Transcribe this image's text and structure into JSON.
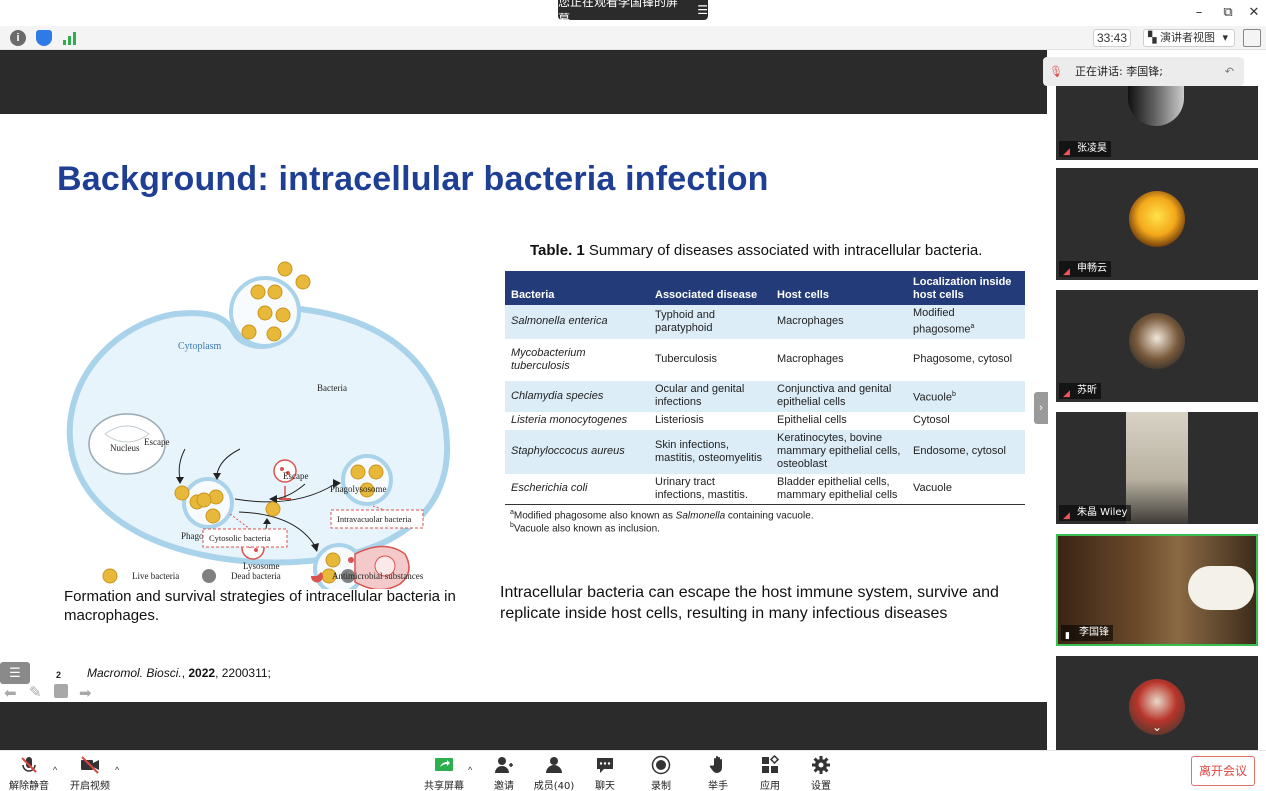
{
  "window": {
    "share_banner": "您正在观看李国锋的屏幕",
    "timer": "33:43",
    "view_mode": "演讲者视图"
  },
  "slide": {
    "title": "Background: intracellular bacteria infection",
    "diagram": {
      "labels": {
        "bacteria": "Bacteria",
        "cytoplasm": "Cytoplasm",
        "nucleus": "Nucleus",
        "phagosome": "Phagosome",
        "lysosome": "Lysosome",
        "escape_left": "Escape",
        "escape_right": "Escape",
        "phagolysosome": "Phagolysosome",
        "intravacuolar": "Intravacuolar bacteria",
        "cytosolic": "Cytosolic bacteria"
      },
      "legend": {
        "live": "Live bacteria",
        "dead": "Dead bacteria",
        "antimicrobial": "Antimicrobial substances"
      }
    },
    "table": {
      "caption_bold": "Table. 1",
      "caption_rest": " Summary of diseases associated with intracellular bacteria.",
      "headers": [
        "Bacteria",
        "Associated disease",
        "Host cells",
        "Localization inside host cells"
      ],
      "rows": [
        {
          "bacteria": "Salmonella enterica",
          "disease": "Typhoid and paratyphoid",
          "host": "Macrophages",
          "localization": "Modified phagosome",
          "sup": "a"
        },
        {
          "bacteria": "Mycobacterium tuberculosis",
          "disease": "Tuberculosis",
          "host": "Macrophages",
          "localization": "Phagosome, cytosol",
          "sup": ""
        },
        {
          "bacteria": "Chlamydia species",
          "disease": "Ocular and genital infections",
          "host": "Conjunctiva and genital epithelial cells",
          "localization": "Vacuole",
          "sup": "b"
        },
        {
          "bacteria": "Listeria monocytogenes",
          "disease": "Listeriosis",
          "host": "Epithelial cells",
          "localization": "Cytosol",
          "sup": ""
        },
        {
          "bacteria": "Staphyloccocus aureus",
          "disease": "Skin infections, mastitis, osteomyelitis",
          "host": "Keratinocytes, bovine mammary epithelial cells, osteoblast",
          "localization": "Endosome, cytosol",
          "sup": ""
        },
        {
          "bacteria": "Escherichia coli",
          "disease": "Urinary tract infections, mastitis.",
          "host": "Bladder epithelial cells, mammary epithelial cells",
          "localization": "Vacuole",
          "sup": ""
        }
      ],
      "footnote_a_mark": "a",
      "footnote_a_pre": "Modified phagosome also known as ",
      "footnote_a_italic": "Salmonella",
      "footnote_a_post": " containing vacuole.",
      "footnote_b_mark": "b",
      "footnote_b_text": "Vacuole also known as inclusion."
    },
    "caption_left": "Formation and survival strategies of intracellular bacteria in macrophages.",
    "caption_right": "Intracellular bacteria can escape the host immune system, survive and replicate inside host cells, resulting in many infectious diseases",
    "reference_journal": "Macromol. Biosci.",
    "reference_year": "2022",
    "reference_rest": ", 2200311;",
    "page_badge": "2"
  },
  "sidebar": {
    "speaking": "正在讲话: 李国锋;",
    "participants": [
      {
        "name": "张凌昊"
      },
      {
        "name": "申畅云"
      },
      {
        "name": "苏昕"
      },
      {
        "name": "朱晶 Wiley"
      },
      {
        "name": "李国锋"
      },
      {
        "name": ""
      }
    ]
  },
  "toolbar": {
    "mute": "解除静音",
    "video": "开启视频",
    "share": "共享屏幕",
    "invite": "邀请",
    "members": "成员(40)",
    "chat": "聊天",
    "record": "录制",
    "raise_hand": "举手",
    "apps": "应用",
    "settings": "设置",
    "leave": "离开会议"
  },
  "colors": {
    "title_blue": "#1e3f94",
    "table_header": "#233b78",
    "table_shade": "#dcedf7",
    "live_bacteria": "#e8b83a",
    "dead_bacteria": "#808080",
    "antimicrobial": "#d9534f",
    "leave_red": "#e0453f"
  }
}
